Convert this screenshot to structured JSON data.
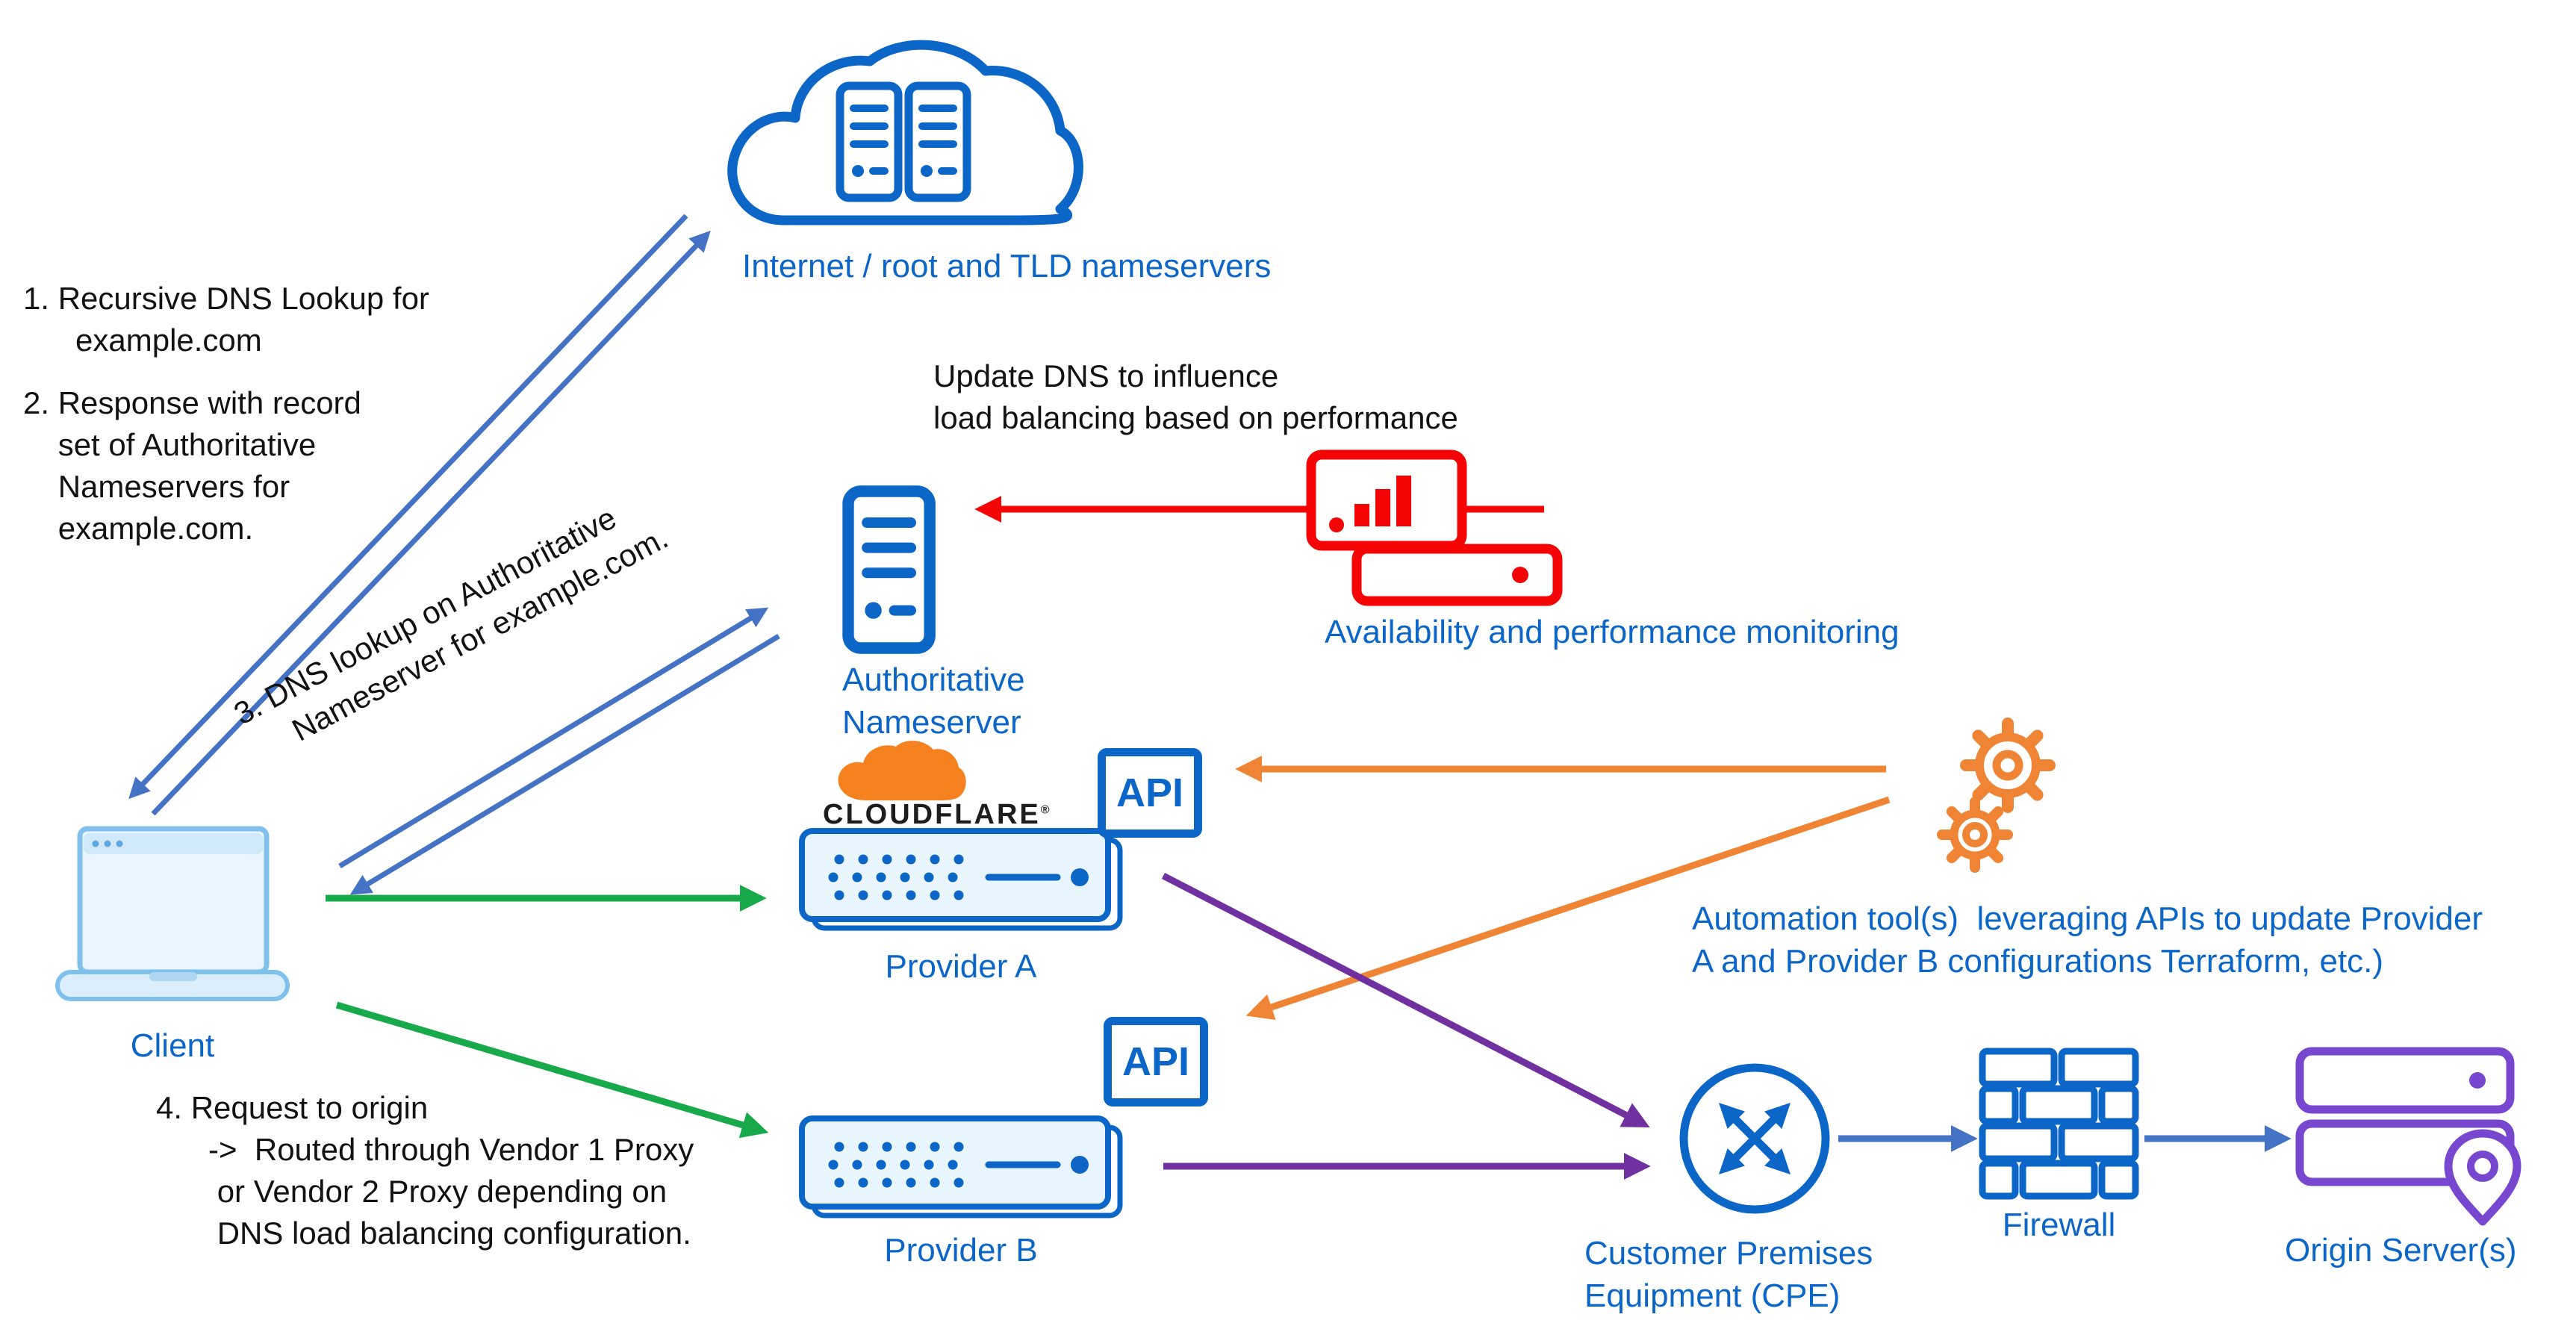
{
  "colors": {
    "blue": "#0b66c8",
    "arrow_blue": "#4472c4",
    "green": "#17a94a",
    "red": "#f40404",
    "orange": "#ee8434",
    "cloudflare_orange": "#f6821f",
    "purple": "#7030a0",
    "origin_purple": "#7747d0",
    "laptop_blue": "#7fc1ec",
    "laptop_fill": "#eaf5fd",
    "text_dark": "#121212"
  },
  "annotations": {
    "step1": "1. Recursive DNS Lookup for\n      example.com",
    "step2": "2. Response with record\n    set of Authoritative\n    Nameservers for\n    example.com.",
    "step3": "3. DNS lookup on Authoritative\n     Nameserver for example.com.",
    "step4": "4. Request to origin\n      ->  Routed through Vendor 1 Proxy\n       or Vendor 2 Proxy depending on\n       DNS load balancing configuration.",
    "update_dns": "Update DNS to influence\nload balancing based on performance",
    "automation": "Automation tool(s)  leveraging APIs to update Provider\nA and Provider B configurations Terraform, etc.)"
  },
  "nodes": {
    "internet": {
      "label": "Internet / root and TLD nameservers"
    },
    "client": {
      "label": "Client"
    },
    "authoritative_nameserver": {
      "label": "Authoritative\nNameserver"
    },
    "monitoring": {
      "label": "Availability and performance monitoring"
    },
    "provider_a": {
      "label": "Provider A",
      "brand": "CLOUDFLARE",
      "brand_reg": "®",
      "api": "API"
    },
    "provider_b": {
      "label": "Provider B",
      "api": "API"
    },
    "cpe": {
      "label": "Customer Premises\nEquipment (CPE)"
    },
    "firewall": {
      "label": "Firewall"
    },
    "origin": {
      "label": "Origin Server(s)"
    }
  }
}
